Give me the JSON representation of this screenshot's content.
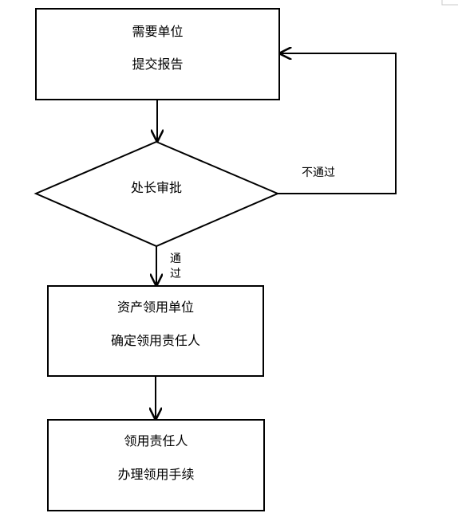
{
  "diagram": {
    "nodes": {
      "request": {
        "line1": "需要单位",
        "line2": "提交报告"
      },
      "approve": {
        "line1": "处长审批"
      },
      "asset": {
        "line1": "资产领用单位",
        "line2": "确定领用责任人"
      },
      "handle": {
        "line1": "领用责任人",
        "line2": "办理领用手续"
      }
    },
    "edges": {
      "reject_label": "不通过",
      "pass_label_top": "通",
      "pass_label_bottom": "过"
    }
  }
}
